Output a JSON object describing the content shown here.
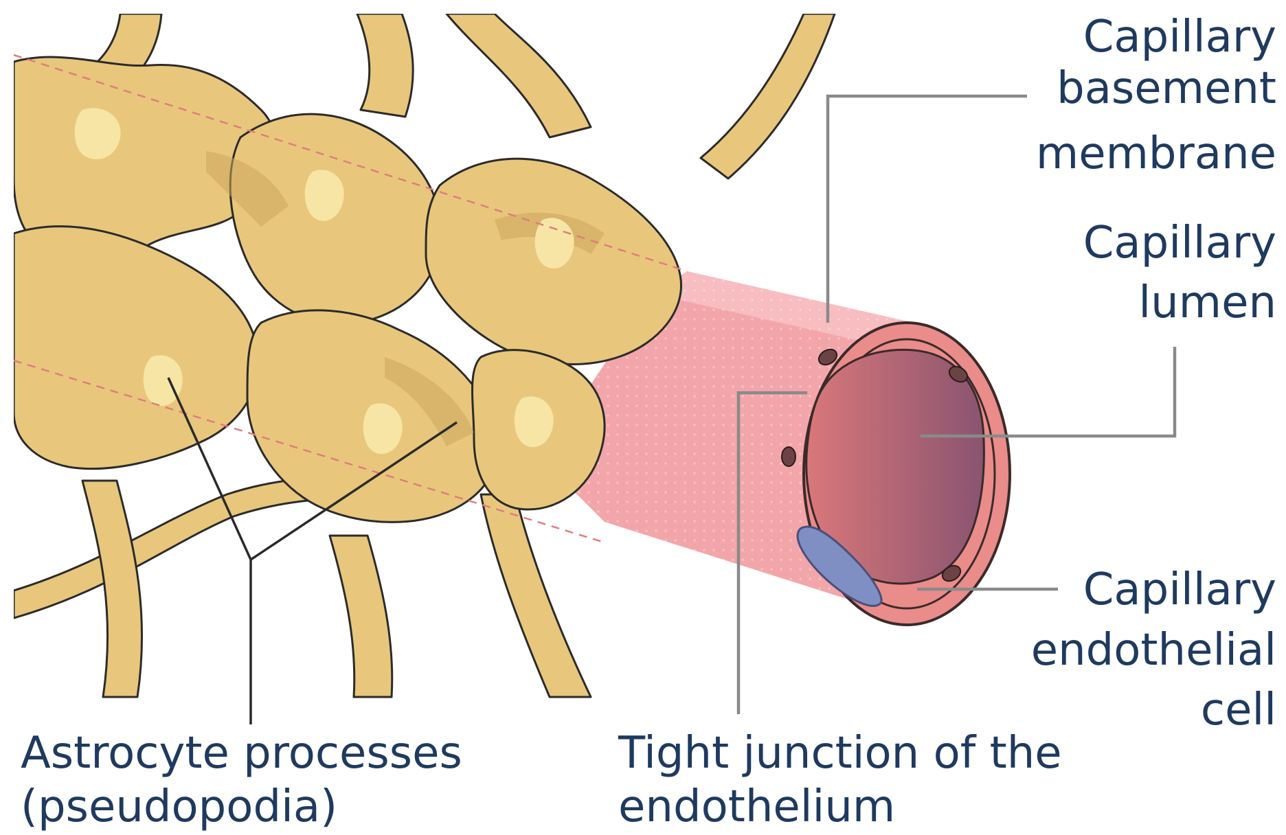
{
  "labels": {
    "basement_membrane": [
      "Capillary",
      "basement",
      "membrane"
    ],
    "lumen": [
      "Capillary",
      "lumen"
    ],
    "endothelial_cell": [
      "Capillary",
      "endothelial",
      "cell"
    ],
    "tight_junction": [
      "Tight junction of the",
      "endothelium"
    ],
    "astrocyte": [
      "Astrocyte processes",
      "(pseudopodia)"
    ]
  },
  "colors": {
    "astrocyte": "#e8c77c",
    "capillary_wall": "#f3a6aa",
    "lumen_left": "#d9787a",
    "lumen_right": "#8a5470",
    "nucleus": "#7f8fc4",
    "label_text": "#1f3a5f"
  }
}
